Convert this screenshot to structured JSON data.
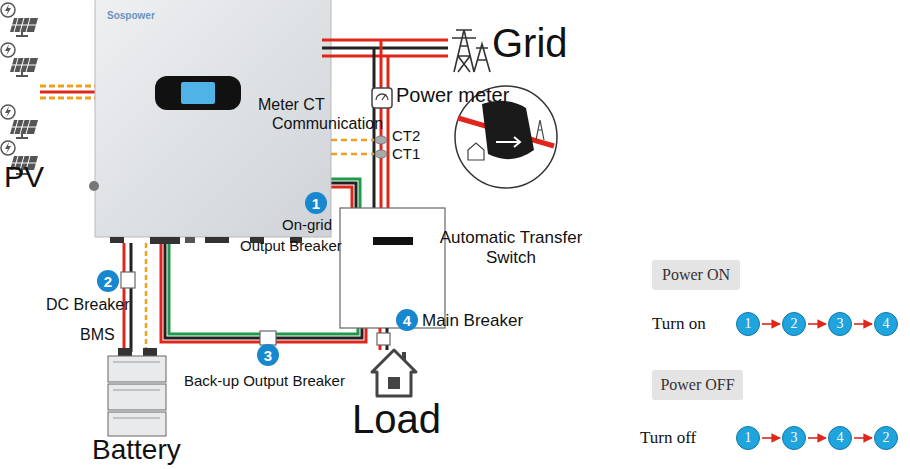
{
  "diagram": {
    "nodes": [
      {
        "text": [
          "Sospower"
        ]
      },
      {
        "text": [
          "Automatic Transfer Switch"
        ]
      },
      {
        "text": [
          "1"
        ]
      },
      {
        "text": [
          "2"
        ]
      },
      {
        "text": [
          "3"
        ]
      },
      {
        "text": [
          "4"
        ]
      },
      {
        "text": [
          "Power ON"
        ]
      },
      {
        "text": [
          "1"
        ]
      },
      {
        "text": [
          "2"
        ]
      },
      {
        "text": [
          "3"
        ]
      },
      {
        "text": [
          "4"
        ]
      },
      {
        "text": [
          "Power OFF"
        ]
      },
      {
        "text": [
          "1"
        ]
      },
      {
        "text": [
          "3"
        ]
      },
      {
        "text": [
          "4"
        ]
      },
      {
        "text": [
          "2"
        ]
      }
    ],
    "edges": [
      {
        "from": 0,
        "to": 1,
        "arrow": "none"
      },
      {
        "from": 0,
        "to": 1,
        "arrow": "none"
      },
      {
        "from": 7,
        "to": 8,
        "arrow": "to"
      },
      {
        "from": 8,
        "to": 9,
        "arrow": "to"
      },
      {
        "from": 9,
        "to": 10,
        "arrow": "to"
      },
      {
        "from": 12,
        "to": 13,
        "arrow": "to"
      },
      {
        "from": 13,
        "to": 14,
        "arrow": "to"
      },
      {
        "from": 14,
        "to": 15,
        "arrow": "to"
      }
    ],
    "labels": [
      "PV",
      "Grid",
      "Power meter",
      "Meter CT",
      "Communication",
      "CT2",
      "CT1",
      "On-grid",
      "Output Breaker",
      "DC Breaker",
      "BMS",
      "Back-up Output Breaker",
      "Main  Breaker",
      "Battery",
      "Load",
      "Turn on",
      "Turn off"
    ]
  }
}
